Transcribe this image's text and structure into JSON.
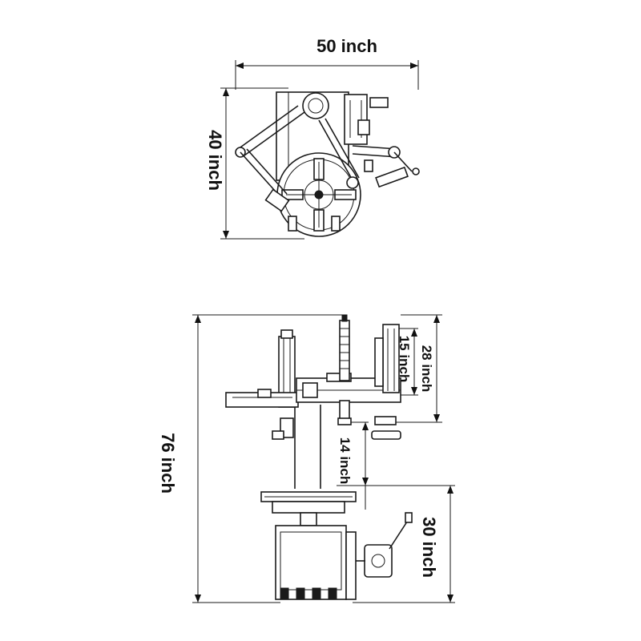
{
  "top_view": {
    "width_label": "50 inch",
    "depth_label": "40 inch"
  },
  "front_view": {
    "height_label": "76 inch",
    "arm_span_label": "28 inch",
    "upper_offset_label": "15 inch",
    "head_gap_label": "14 inch",
    "table_height_label": "30 inch"
  }
}
